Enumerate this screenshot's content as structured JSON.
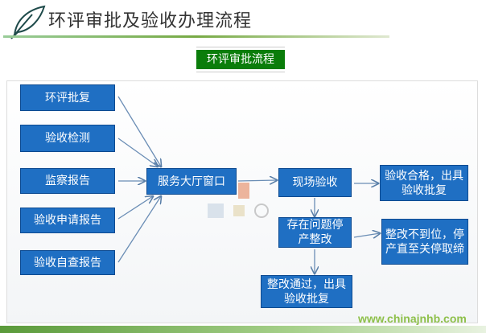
{
  "header": {
    "title": "环评审批及验收办理流程",
    "subtitle": "环评审批流程"
  },
  "diagram": {
    "inputs": [
      "环评批复",
      "验收检测",
      "监察报告",
      "验收申请报告",
      "验收自查报告"
    ],
    "hub": "服务大厅窗口",
    "inspect": "现场验收",
    "pass": "验收合格，出具验收批复",
    "problem": "存在问题停产整改",
    "fail": "整改不到位，停产直至关停取缔",
    "fixed": "整改通过，出具验收批复"
  },
  "watermark": "www.chinajnhb.com",
  "colors": {
    "box": "#1f6fc3",
    "subtitle_bg": "#0a7d0a",
    "watermark": "#8ec04a"
  }
}
